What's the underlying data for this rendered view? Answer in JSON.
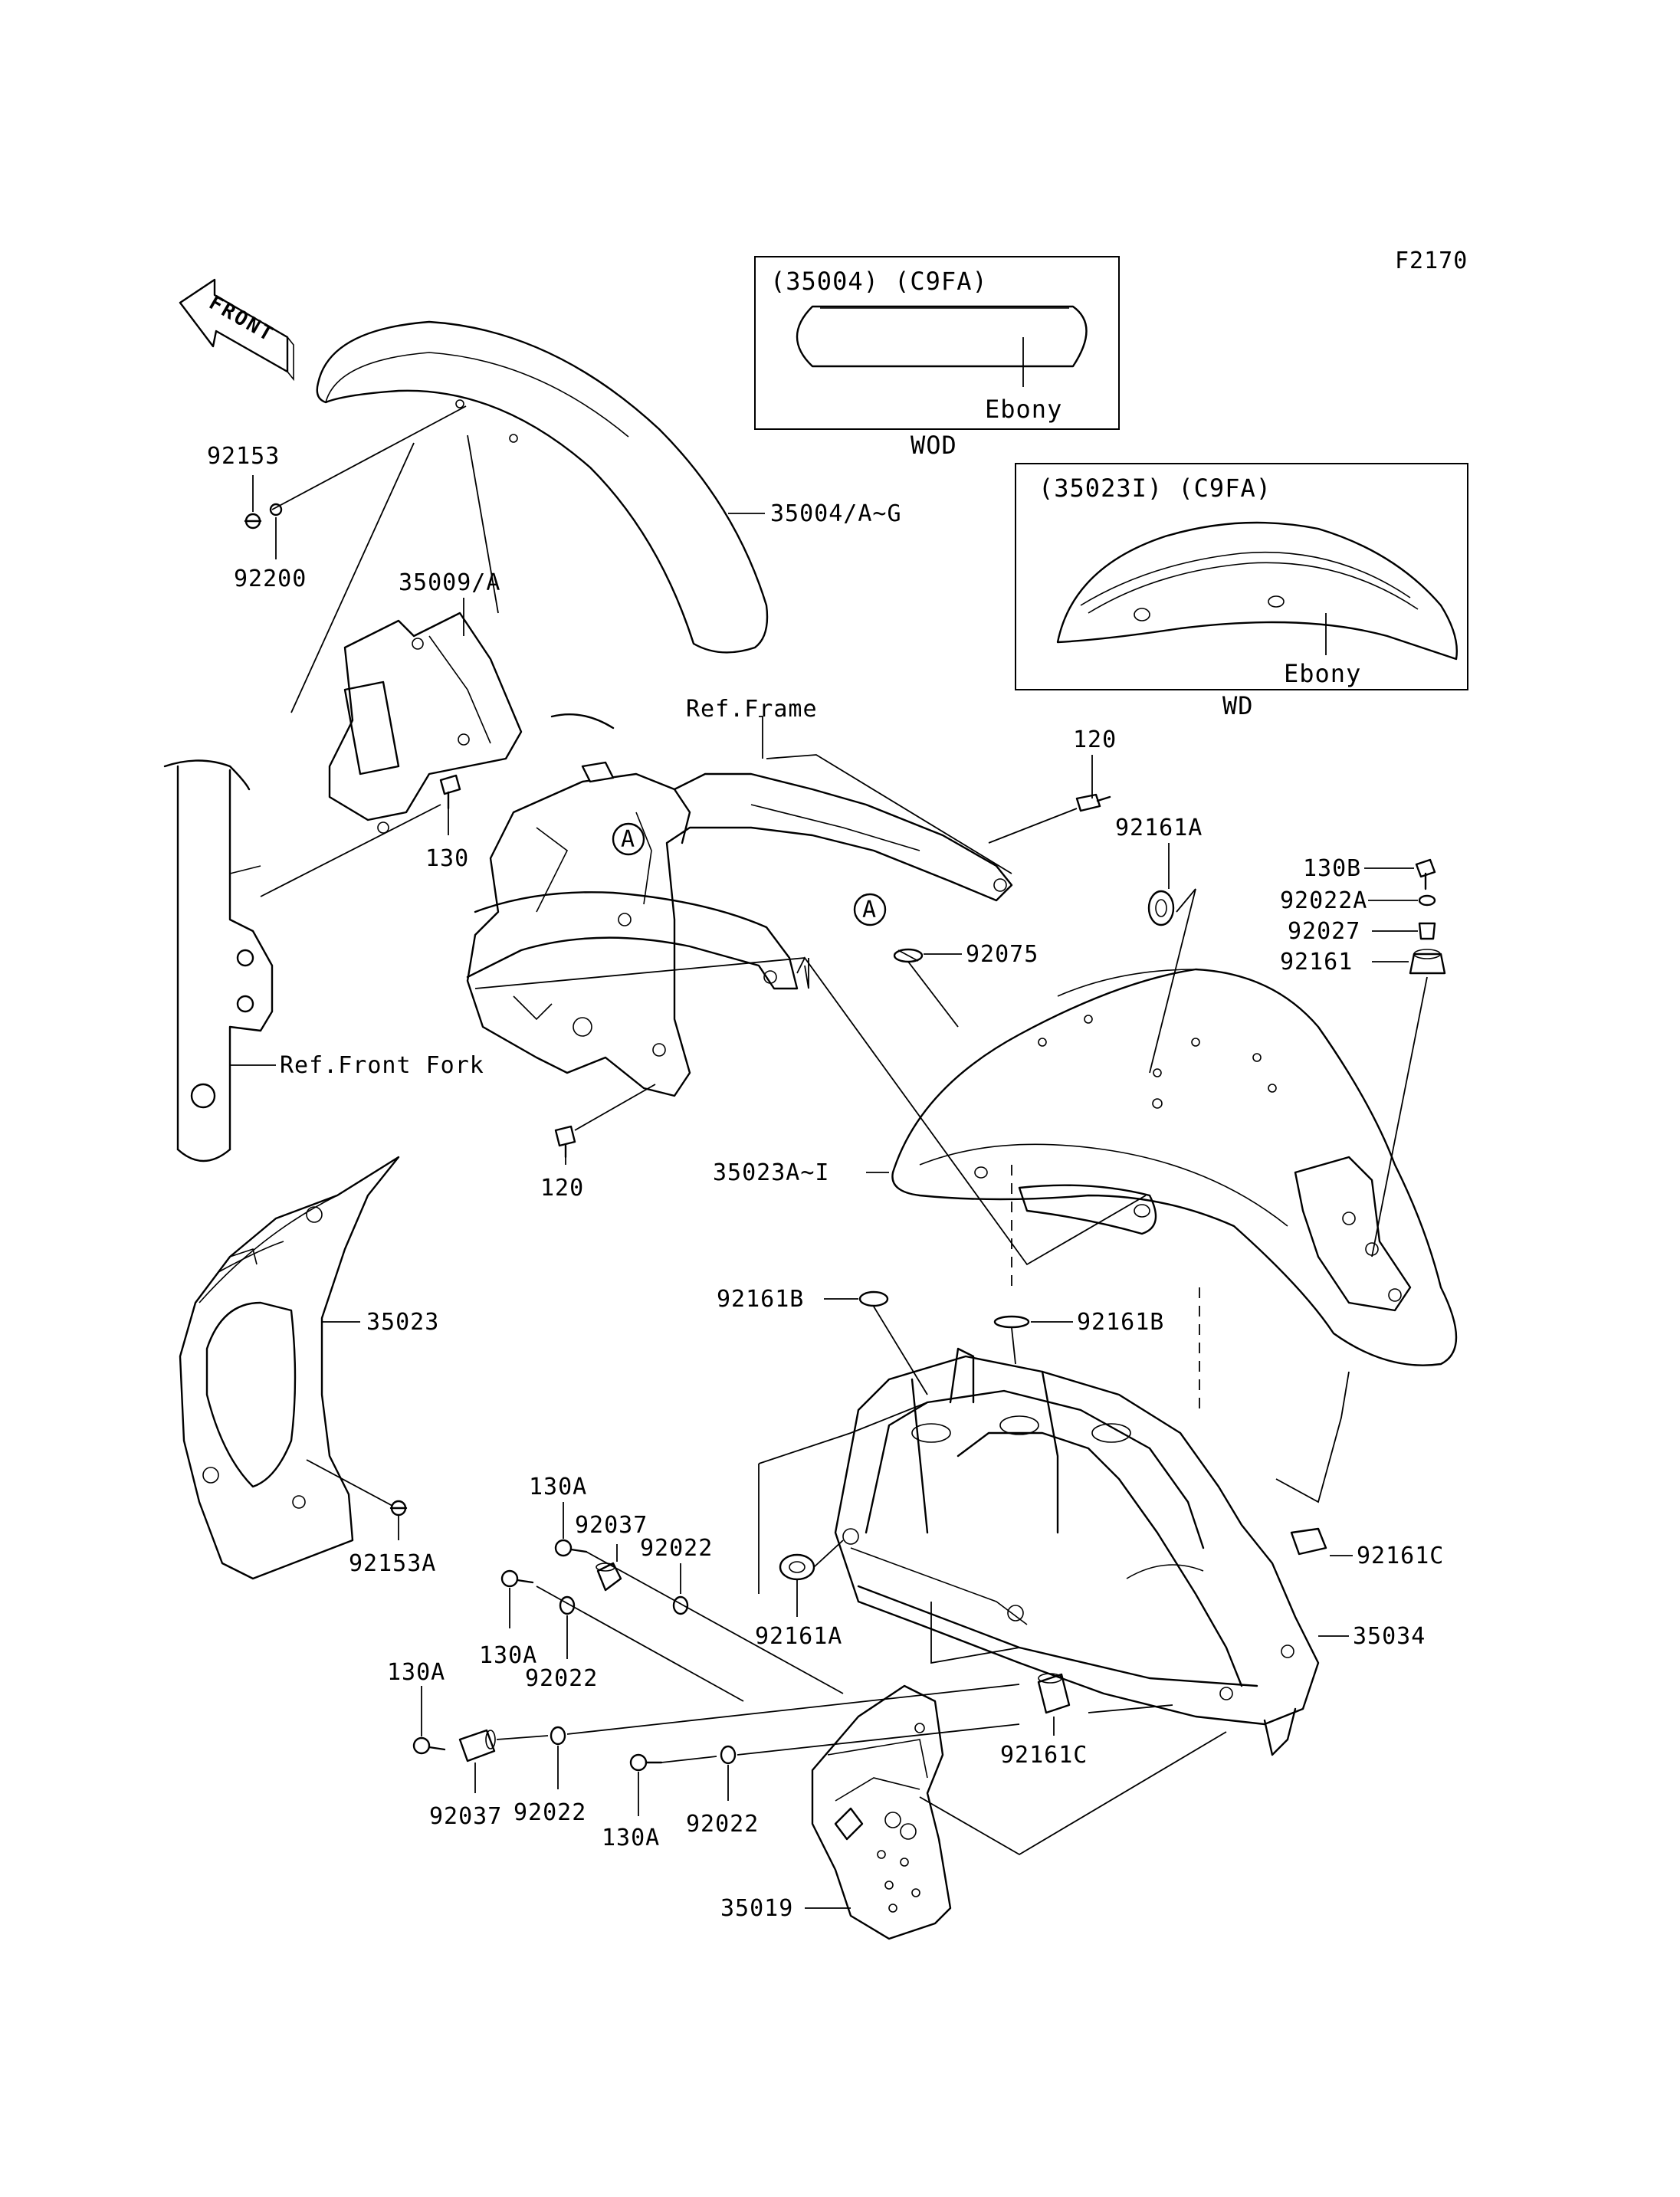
{
  "figure_code": "F2170",
  "direction_arrow": "FRONT",
  "inset_wod": {
    "heading": "(35004)  (C9FA)",
    "color_label": "Ebony",
    "caption": "WOD"
  },
  "inset_wd": {
    "heading": "(35023I) (C9FA)",
    "color_label": "Ebony",
    "caption": "WD"
  },
  "labels": {
    "p92153": "92153",
    "p92200": "92200",
    "p35004": "35004/A~G",
    "p35009": "35009/A",
    "ref_frame": "Ref.Frame",
    "p120_top": "120",
    "p130": "130",
    "ref_front_fork": "Ref.Front Fork",
    "p120_bottom": "120",
    "p92161A_top": "92161A",
    "p130B": "130B",
    "p92022A": "92022A",
    "p92027": "92027",
    "p92161": "92161",
    "marker_a": "A",
    "p92075": "92075",
    "p35023A_I": "35023A~I",
    "p35023": "35023",
    "p92153A": "92153A",
    "p92161B_left": "92161B",
    "p92161B_right": "92161B",
    "p130A_1": "130A",
    "p92037_1": "92037",
    "p92022_1": "92022",
    "p130A_2": "130A",
    "p92022_2": "92022",
    "p92161A_bottom": "92161A",
    "p92161C_right": "92161C",
    "p35034": "35034",
    "p130A_3": "130A",
    "p92037_2": "92037",
    "p92022_3": "92022",
    "p130A_4": "130A",
    "p92022_4": "92022",
    "p92161C_bottom": "92161C",
    "p35019": "35019"
  }
}
